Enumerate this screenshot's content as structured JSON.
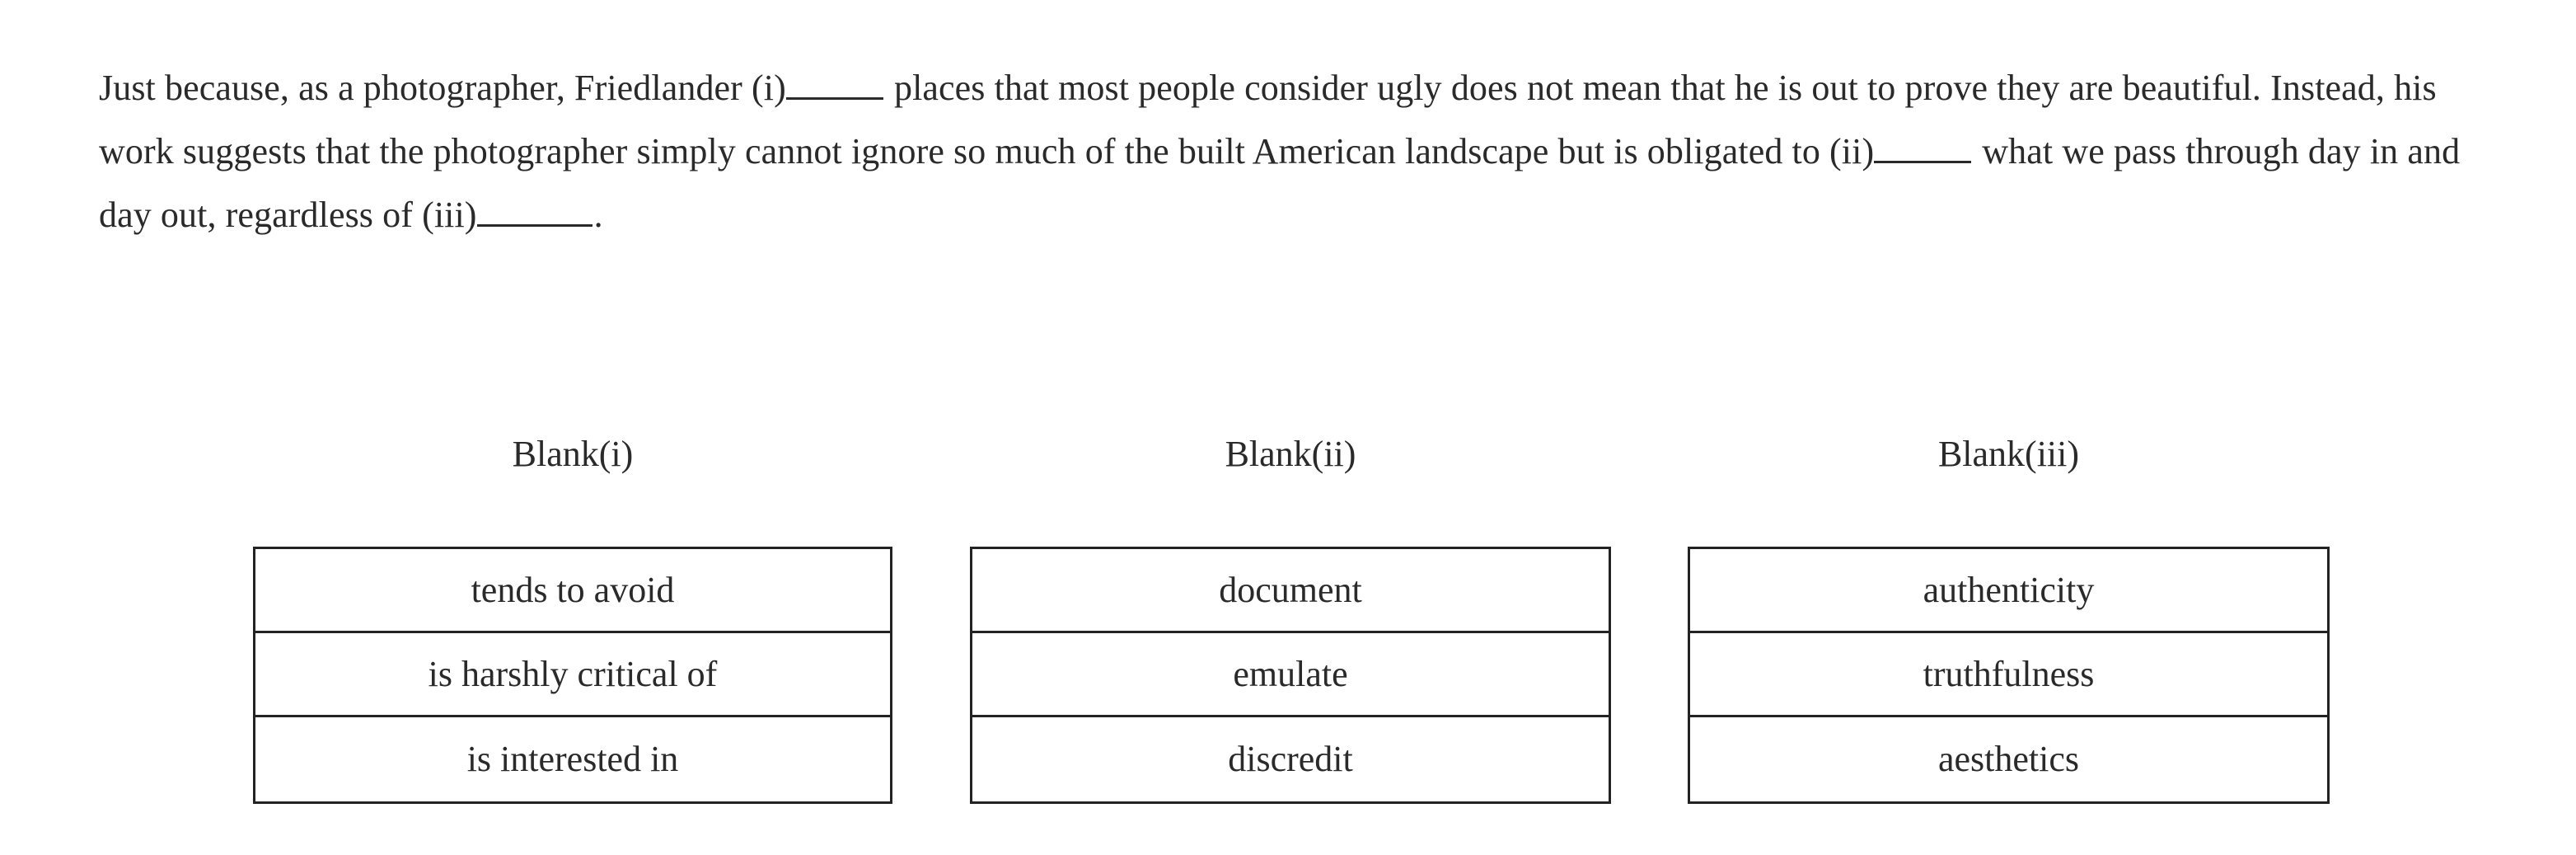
{
  "passage": {
    "segment_1": "Just because, as a photographer, Friedlander (i)",
    "segment_2": " places that most people consider ugly does not mean that he is out to prove they are beautiful. Instead, his work suggests that the photographer simply cannot ignore so much of the built American landscape but is obligated to (ii)",
    "segment_3": " what we pass through day in and day out, regardless of (iii)",
    "segment_4": "."
  },
  "answer_area": {
    "columns": [
      {
        "header": "Blank(i)",
        "options": [
          "tends to avoid",
          "is harshly critical of",
          "is interested in"
        ]
      },
      {
        "header": "Blank(ii)",
        "options": [
          "document",
          "emulate",
          "discredit"
        ]
      },
      {
        "header": "Blank(iii)",
        "options": [
          "authenticity",
          "truthfulness",
          "aesthetics"
        ]
      }
    ]
  },
  "colors": {
    "text": "#2a2a2a",
    "border": "#232323",
    "background": "#ffffff"
  }
}
